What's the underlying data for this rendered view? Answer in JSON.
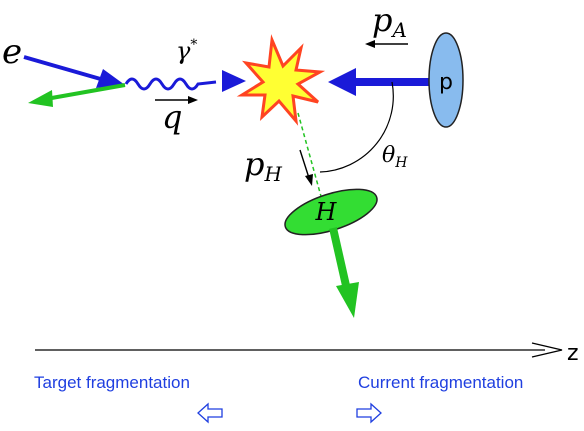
{
  "diagram": {
    "electron_label": "e",
    "photon_label": "γ",
    "photon_superscript": "*",
    "photon_momentum_label": "q",
    "proton_momentum_label": "p",
    "proton_momentum_subscript": "A",
    "proton_label": "p",
    "hadron_momentum_label": "p",
    "hadron_momentum_subscript": "H",
    "hadron_label": "H",
    "angle_label": "θ",
    "angle_subscript": "H",
    "axis_label": "z",
    "left_region_label": "Target fragmentation",
    "right_region_label": "Current fragmentation",
    "colors": {
      "electron": "#1a1ad8",
      "photon": "#1a1ad8",
      "scattered": "#22c322",
      "hadron_fill": "#33dd33",
      "proton_fill": "#88bbee",
      "burst_fill": "#ffff33",
      "burst_stroke": "#ff4422",
      "region_text": "#1f3fe0"
    }
  }
}
